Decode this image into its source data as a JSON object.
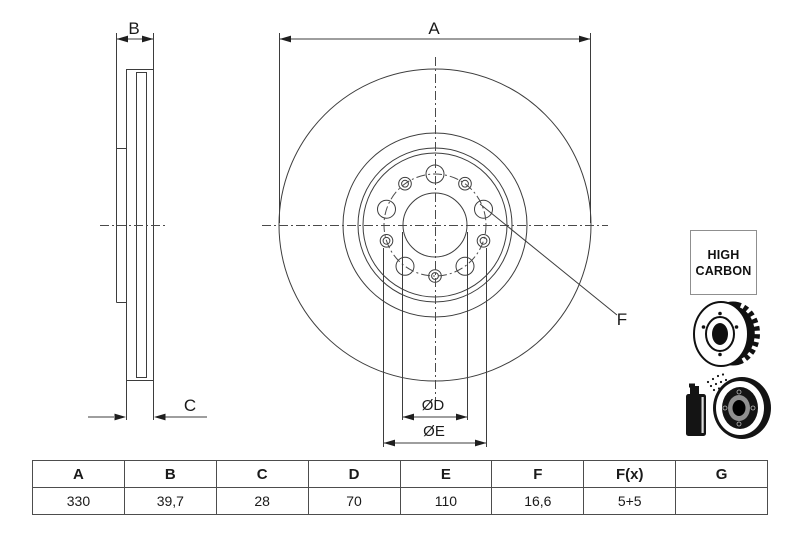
{
  "drawing": {
    "dimension_labels": {
      "a": "A",
      "b": "B",
      "c": "C",
      "d": "ØD",
      "e": "ØE",
      "f": "F"
    },
    "high_carbon_badge": {
      "line1": "HIGH",
      "line2": "CARBON"
    },
    "icons": [
      {
        "name": "vented-brake-disc-icon"
      },
      {
        "name": "spray-coated-brake-disc-icon"
      }
    ],
    "colors": {
      "line": "#3d3d3d",
      "text": "#1a1a1a",
      "table_border": "#4d4d4d",
      "background": "#ffffff"
    }
  },
  "spec_table": {
    "columns": [
      "A",
      "B",
      "C",
      "D",
      "E",
      "F",
      "F(x)",
      "G"
    ],
    "values": [
      "330",
      "39,7",
      "28",
      "70",
      "110",
      "16,6",
      "5+5",
      ""
    ]
  }
}
